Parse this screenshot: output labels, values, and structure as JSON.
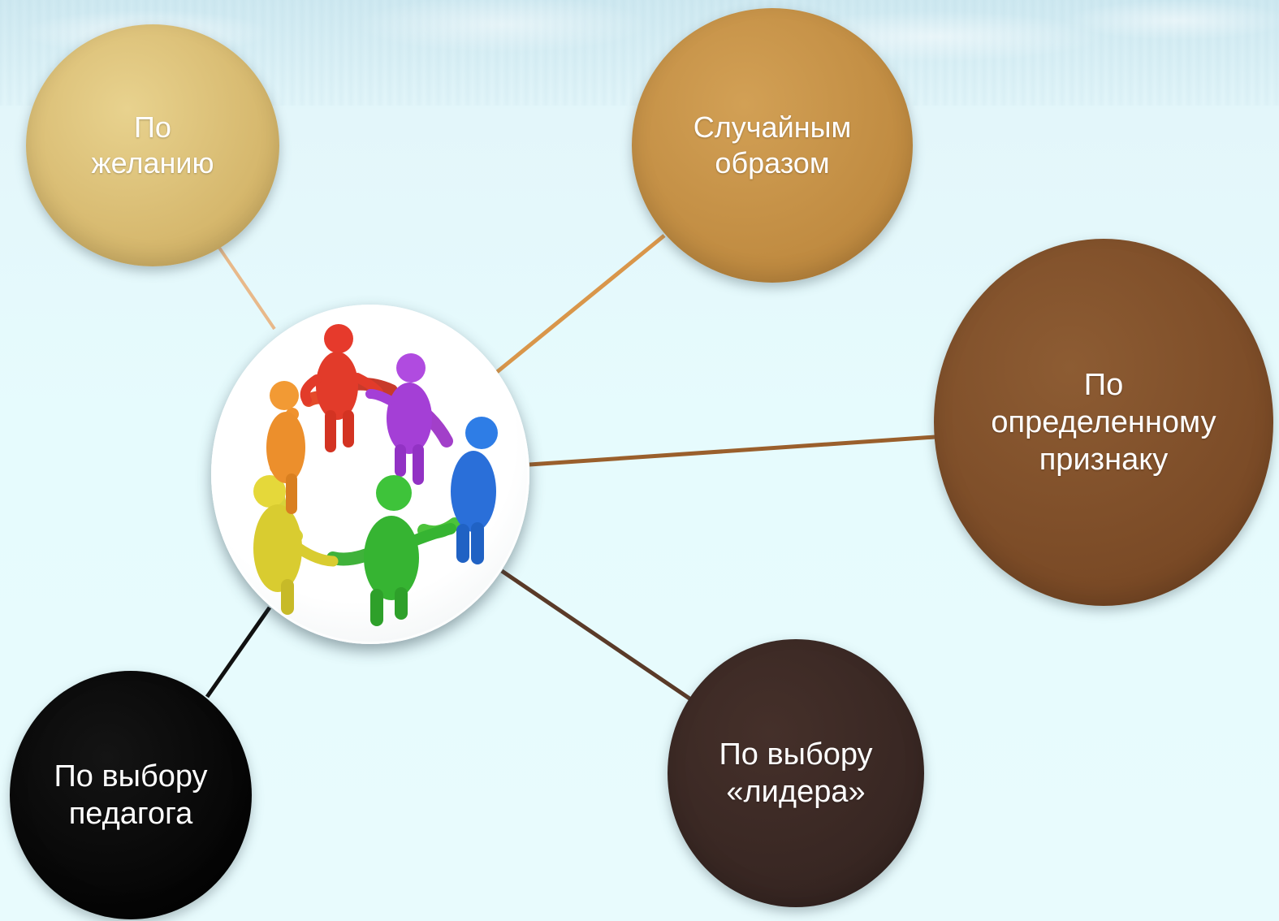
{
  "nodes": {
    "wish": {
      "label": "По\nжеланию"
    },
    "random": {
      "label": "Случайным\nобразом"
    },
    "sign": {
      "label": "По\nопределенному\nпризнаку"
    },
    "leader": {
      "label": "По выбору\n«лидера»"
    },
    "teacher": {
      "label": "По выбору\nпедагога"
    }
  },
  "center": {
    "icon": "people-circle-icon"
  },
  "colors": {
    "wish": "#d4b56a",
    "random": "#bf8a40",
    "sign": "#7a4a26",
    "leader": "#372622",
    "teacher": "#000000"
  }
}
